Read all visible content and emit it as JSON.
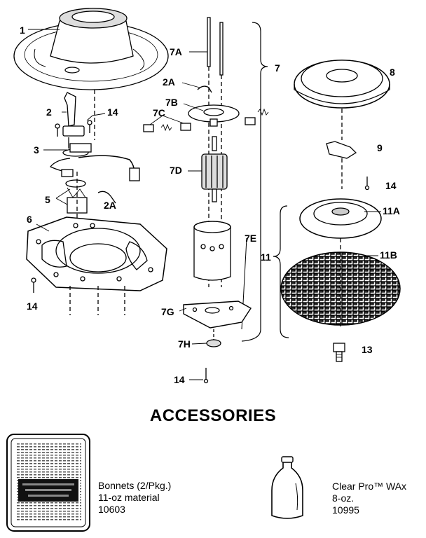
{
  "callouts": {
    "c1": "1",
    "c2": "2",
    "c2a_top": "2A",
    "c2a_mid": "2A",
    "c3": "3",
    "c5": "5",
    "c6": "6",
    "c7": "7",
    "c7a": "7A",
    "c7b": "7B",
    "c7c": "7C",
    "c7d": "7D",
    "c7e": "7E",
    "c7g": "7G",
    "c7h": "7H",
    "c8": "8",
    "c9": "9",
    "c11": "11",
    "c11a": "11A",
    "c11b": "11B",
    "c13": "13",
    "c14_a": "14",
    "c14_b": "14",
    "c14_c": "14",
    "c14_d": "14"
  },
  "accessories": {
    "heading": "ACCESSORIES",
    "bonnets": {
      "name": "Bonnets (2/Pkg.)",
      "detail": "11-oz material",
      "part_number": "10603"
    },
    "wax": {
      "name": "Clear Pro™ WAx",
      "detail": "8-oz.",
      "part_number": "10995"
    }
  }
}
